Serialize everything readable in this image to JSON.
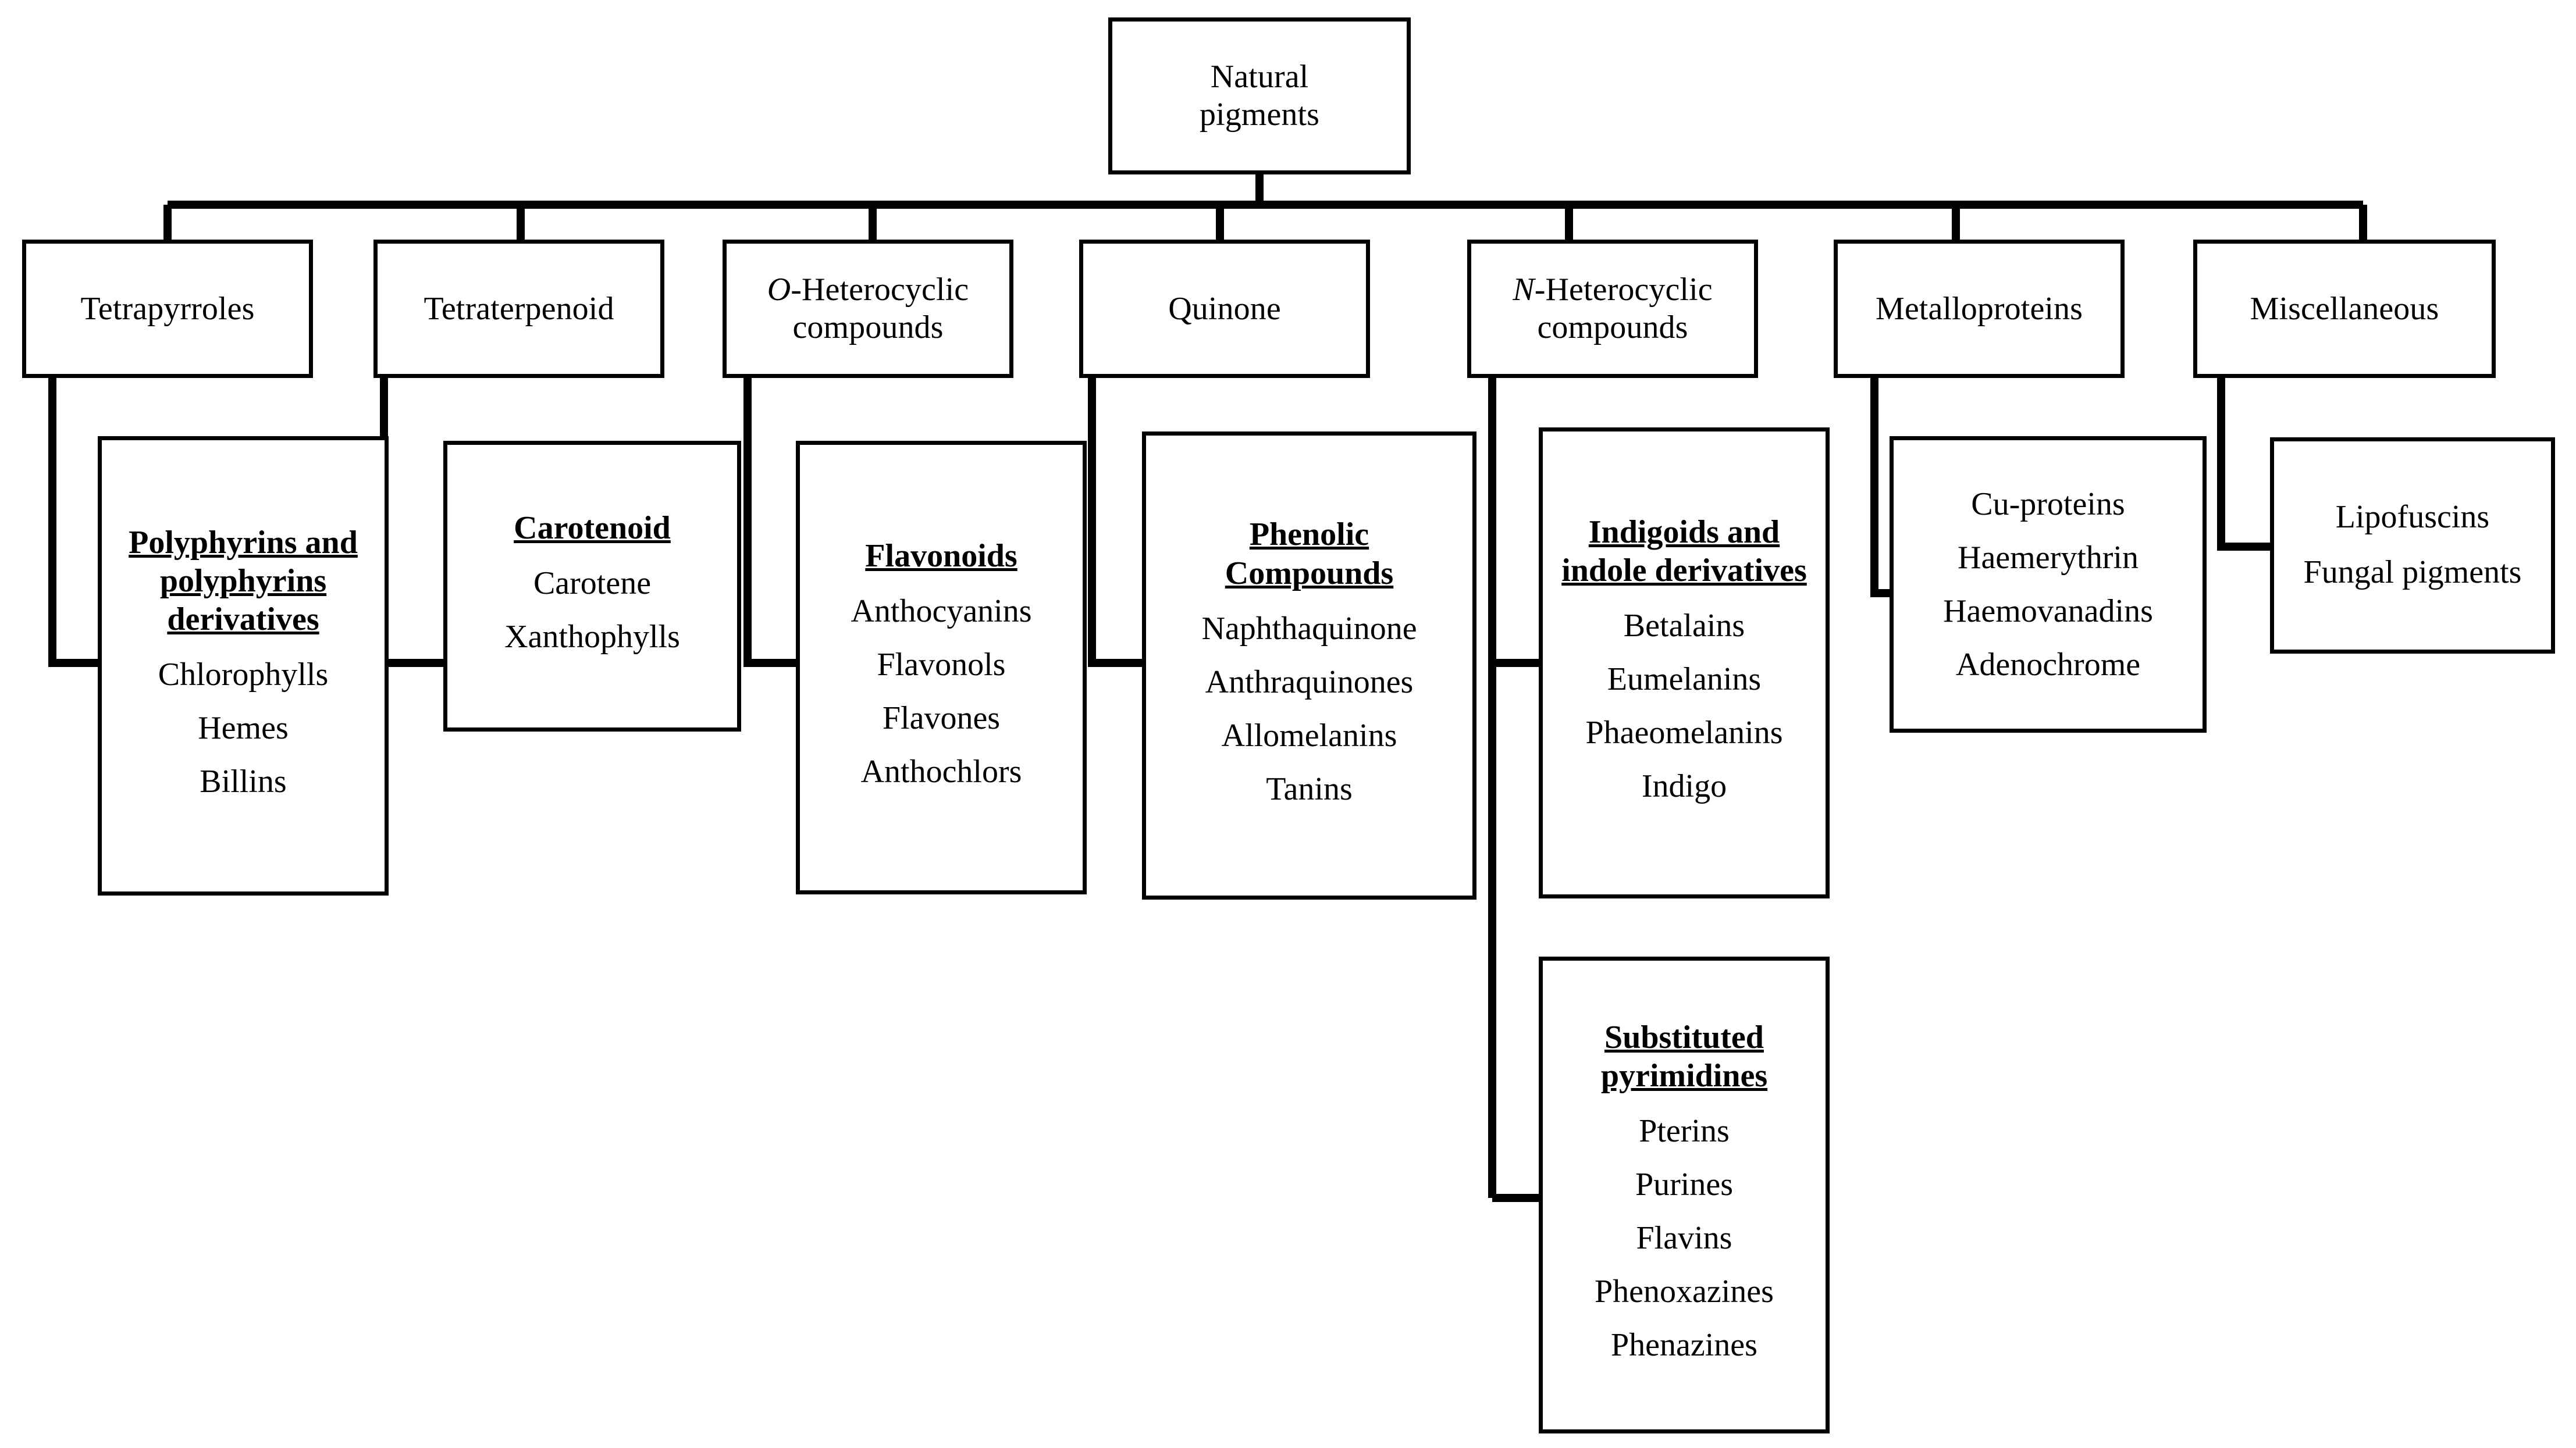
{
  "diagram": {
    "title_text": "Natural pigments",
    "root": {
      "label_line1": "Natural",
      "label_line2": "pigments"
    },
    "level2": [
      {
        "id": "tetrapyrroles",
        "line1": "Tetrapyrroles",
        "line2": ""
      },
      {
        "id": "tetraterpenoid",
        "line1": "Tetraterpenoid",
        "line2": ""
      },
      {
        "id": "o-heterocyclic",
        "line1": "O-Heterocyclic",
        "line2": "compounds",
        "italic_prefix": "O"
      },
      {
        "id": "quinone",
        "line1": "Quinone",
        "line2": ""
      },
      {
        "id": "n-heterocyclic",
        "line1": "N-Heterocyclic",
        "line2": "compounds",
        "italic_prefix": "N"
      },
      {
        "id": "metalloproteins",
        "line1": "Metalloproteins",
        "line2": ""
      },
      {
        "id": "miscellaneous",
        "line1": "Miscellaneous",
        "line2": ""
      }
    ],
    "level3": [
      {
        "id": "polyphyrins",
        "parent": "tetrapyrroles",
        "heading": "Polyphyrins and polyphyrins derivatives",
        "items": [
          "Chlorophylls",
          "Hemes",
          "Billins"
        ]
      },
      {
        "id": "carotenoid",
        "parent": "tetraterpenoid",
        "heading": "Carotenoid",
        "items": [
          "Carotene",
          "Xanthophylls"
        ]
      },
      {
        "id": "flavonoids",
        "parent": "o-heterocyclic",
        "heading": "Flavonoids",
        "items": [
          "Anthocyanins",
          "Flavonols",
          "Flavones",
          "Anthochlors"
        ]
      },
      {
        "id": "phenolic",
        "parent": "quinone",
        "heading": "Phenolic Compounds",
        "items": [
          "Naphthaquinone",
          "Anthraquinones",
          "Allomelanins",
          "Tanins"
        ]
      },
      {
        "id": "indigoids",
        "parent": "n-heterocyclic",
        "heading": "Indigoids and indole derivatives",
        "items": [
          "Betalains",
          "Eumelanins",
          "Phaeomelanins",
          "Indigo"
        ]
      },
      {
        "id": "pyrimidines",
        "parent": "n-heterocyclic",
        "heading": "Substituted pyrimidines",
        "items": [
          "Pterins",
          "Purines",
          "Flavins",
          "Phenoxazines",
          "Phenazines"
        ]
      },
      {
        "id": "cu-proteins",
        "parent": "metalloproteins",
        "heading": "",
        "items": [
          "Cu-proteins",
          "Haemerythrin",
          "Haemovanadins",
          "Adenochrome"
        ]
      },
      {
        "id": "lipofuscins",
        "parent": "miscellaneous",
        "heading": "",
        "items": [
          "Lipofuscins",
          "Fungal pigments"
        ]
      }
    ],
    "colors": {
      "line": "#000000",
      "box_fill": "#ffffff",
      "text": "#000000"
    }
  }
}
